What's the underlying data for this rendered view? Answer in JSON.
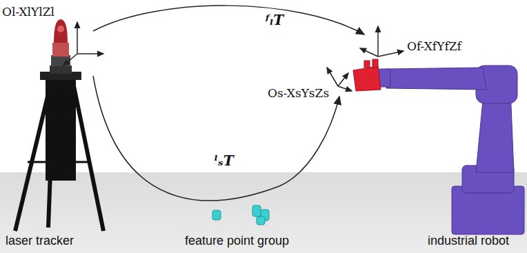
{
  "diagram": {
    "labels": [
      "Ol-XlYlZl",
      "ᶠₗT",
      "Of-XfYfZf",
      "Os-XsYsZs",
      "ˡₛT",
      "laser tracker",
      "feature point group",
      "industrial robot"
    ]
  }
}
